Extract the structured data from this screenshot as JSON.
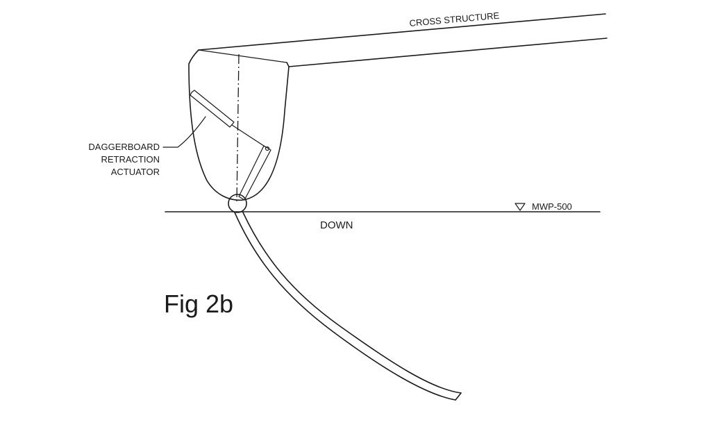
{
  "labels": {
    "cross_structure": "CROSS STRUCTURE",
    "actuator_line1": "DAGGERBOARD",
    "actuator_line2": "RETRACTION",
    "actuator_line3": "ACTUATOR",
    "waterline": "MWP-500",
    "direction": "DOWN",
    "figure_title": "Fig 2b"
  },
  "colors": {
    "ink": "#1a1a1a",
    "background": "#ffffff"
  }
}
